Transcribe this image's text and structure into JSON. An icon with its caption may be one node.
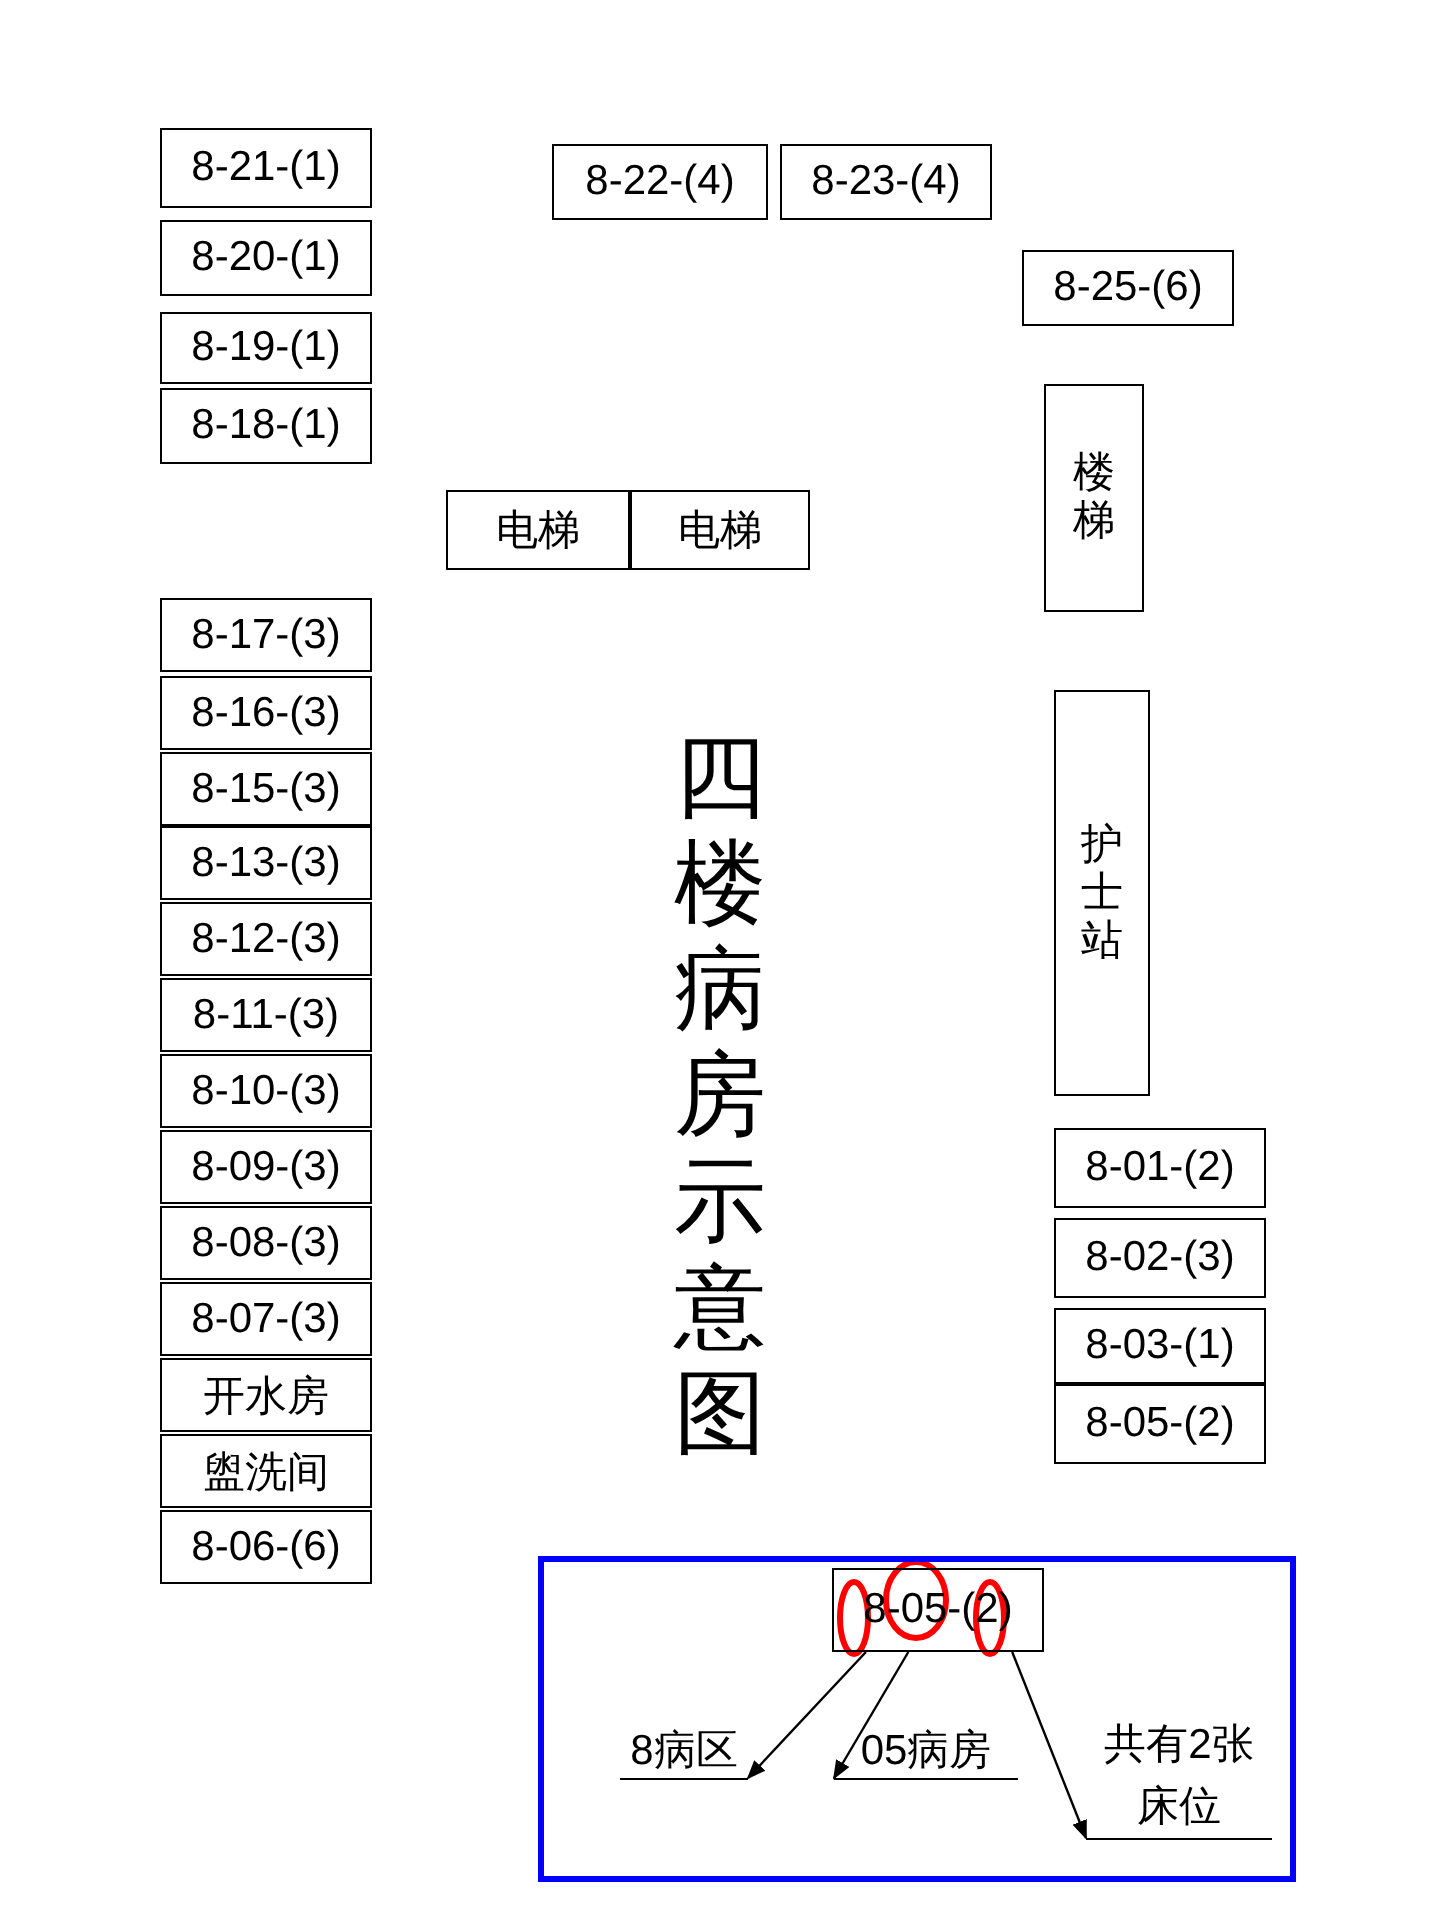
{
  "diagram": {
    "title": "四楼病房示意图",
    "nodes": [
      {
        "text": [
          "8-21-(1)"
        ]
      },
      {
        "text": [
          "8-20-(1)"
        ]
      },
      {
        "text": [
          "8-19-(1)"
        ]
      },
      {
        "text": [
          "8-18-(1)"
        ]
      },
      {
        "text": [
          "8-22-(4)"
        ]
      },
      {
        "text": [
          "8-23-(4)"
        ]
      },
      {
        "text": [
          "8-25-(6)"
        ]
      },
      {
        "text": [
          "楼梯"
        ]
      },
      {
        "text": [
          "电梯"
        ]
      },
      {
        "text": [
          "电梯"
        ]
      },
      {
        "text": [
          "8-17-(3)"
        ]
      },
      {
        "text": [
          "8-16-(3)"
        ]
      },
      {
        "text": [
          "8-15-(3)"
        ]
      },
      {
        "text": [
          "8-13-(3)"
        ]
      },
      {
        "text": [
          "8-12-(3)"
        ]
      },
      {
        "text": [
          "8-11-(3)"
        ]
      },
      {
        "text": [
          "8-10-(3)"
        ]
      },
      {
        "text": [
          "8-09-(3)"
        ]
      },
      {
        "text": [
          "8-08-(3)"
        ]
      },
      {
        "text": [
          "8-07-(3)"
        ]
      },
      {
        "text": [
          "开水房"
        ]
      },
      {
        "text": [
          "盥洗间"
        ]
      },
      {
        "text": [
          "8-06-(6)"
        ]
      },
      {
        "text": [
          "护士站"
        ]
      },
      {
        "text": [
          "8-01-(2)"
        ]
      },
      {
        "text": [
          "8-02-(3)"
        ]
      },
      {
        "text": [
          "8-03-(1)"
        ]
      },
      {
        "text": [
          "8-05-(2)"
        ]
      },
      {
        "text": [],
        "shape": "box"
      },
      {
        "text": [
          "8-05-(2)"
        ],
        "in": 28
      },
      {
        "text": [
          "8病区"
        ],
        "in": 28
      },
      {
        "text": [
          "05病房"
        ],
        "in": 28
      },
      {
        "text": [
          "共有2张床位"
        ],
        "in": 28
      }
    ],
    "edges": [
      {
        "from": 29,
        "to": 30,
        "arrow": "to"
      },
      {
        "from": 29,
        "to": 31,
        "arrow": "to"
      },
      {
        "from": 29,
        "to": 32,
        "arrow": "to"
      }
    ]
  }
}
